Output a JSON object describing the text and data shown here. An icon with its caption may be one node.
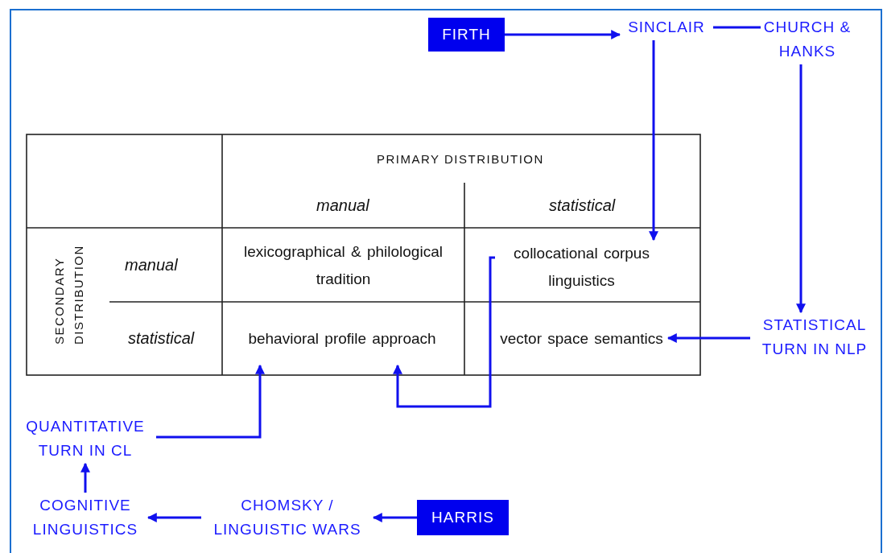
{
  "diagram": {
    "nodes": [
      {
        "text": [
          "FIRTH"
        ]
      },
      {
        "text": [
          "SINCLAIR"
        ]
      },
      {
        "text": [
          "CHURCH & HANKS"
        ]
      },
      {
        "text": [
          "lexicographical & philological tradition"
        ]
      },
      {
        "text": [
          "collocational corpus linguistics"
        ]
      },
      {
        "text": [
          "behavioral profile approach"
        ]
      },
      {
        "text": [
          "vector space semantics"
        ]
      },
      {
        "text": [
          "STATISTICAL TURN IN NLP"
        ]
      },
      {
        "text": [
          "QUANTITATIVE TURN IN CL"
        ]
      },
      {
        "text": [
          "COGNITIVE LINGUISTICS"
        ]
      },
      {
        "text": [
          "CHOMSKY / LINGUISTIC WARS"
        ]
      },
      {
        "text": [
          "HARRIS"
        ]
      }
    ],
    "edges": [
      {
        "from": 0,
        "to": 1,
        "arrow": "to"
      },
      {
        "from": 1,
        "to": 2,
        "arrow": "none"
      },
      {
        "from": 1,
        "to": 4,
        "arrow": "to"
      },
      {
        "from": 2,
        "to": 7,
        "arrow": "to"
      },
      {
        "from": 7,
        "to": 6,
        "arrow": "to"
      },
      {
        "from": 8,
        "to": 5,
        "arrow": "to"
      },
      {
        "from": 4,
        "to": 5,
        "arrow": "to"
      },
      {
        "from": 9,
        "to": 8,
        "arrow": "to"
      },
      {
        "from": 10,
        "to": 9,
        "arrow": "to"
      },
      {
        "from": 11,
        "to": 10,
        "arrow": "to"
      }
    ],
    "labels": [
      "PRIMARY DISTRIBUTION",
      "manual",
      "statistical",
      "SECONDARY DISTRIBUTION",
      "manual",
      "statistical"
    ]
  }
}
